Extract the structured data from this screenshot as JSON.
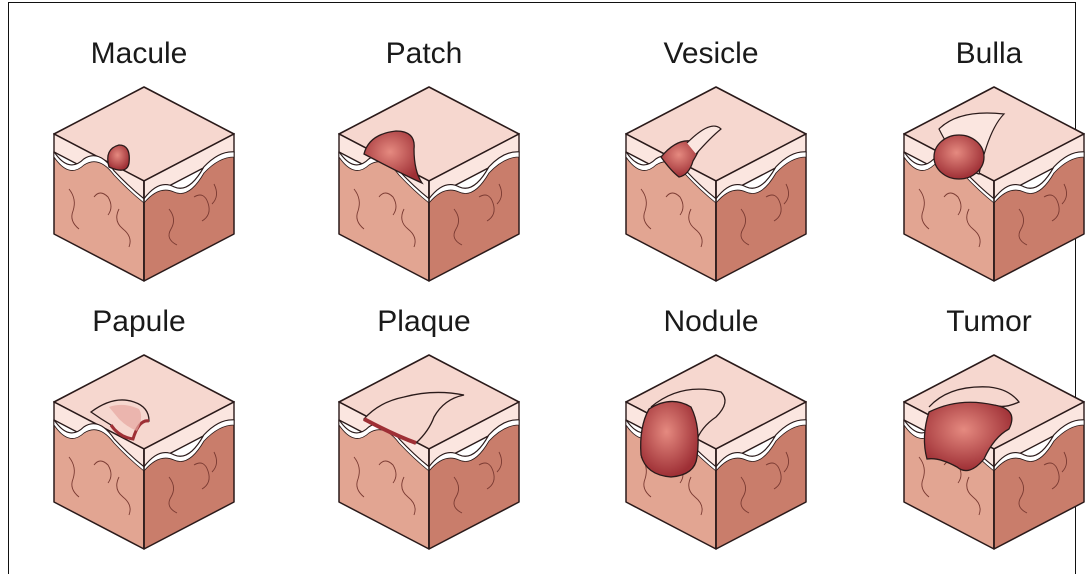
{
  "lesions": [
    {
      "label": "Macule",
      "kind": "macule"
    },
    {
      "label": "Patch",
      "kind": "patch"
    },
    {
      "label": "Vesicle",
      "kind": "vesicle"
    },
    {
      "label": "Bulla",
      "kind": "bulla"
    },
    {
      "label": "Papule",
      "kind": "papule"
    },
    {
      "label": "Plaque",
      "kind": "plaque"
    },
    {
      "label": "Nodule",
      "kind": "nodule"
    },
    {
      "label": "Tumor",
      "kind": "tumor"
    }
  ],
  "colors": {
    "epidermis_top": "#f6d7cf",
    "epidermis_side": "#fbe6e0",
    "dermis": "#e2a592",
    "dermis_dark": "#c97d6b",
    "lesion": "#c85a55",
    "lesion_dark": "#9e2f35",
    "outline": "#2a1a1a"
  }
}
